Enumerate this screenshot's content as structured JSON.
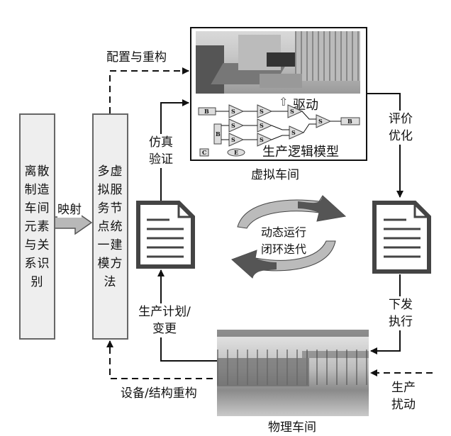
{
  "diagram": {
    "left_box": {
      "text": "离散制造车间元素与关系识别"
    },
    "middle_box": {
      "text": "多虚拟服务节点统一建模方法"
    },
    "mapping_arrow_label": "映射",
    "config_label": "配置与重构",
    "sim_label_line1": "仿真",
    "sim_label_line2": "验证",
    "virtual_workshop": {
      "title": "虚拟车间",
      "drive_label": "驱动",
      "logic_model_label": "生产逻辑模型",
      "logic_nodes": {
        "buffer": "B",
        "station": "S",
        "c": "C",
        "e": "E"
      }
    },
    "eval_label_line1": "评价",
    "eval_label_line2": "优化",
    "loop_text_line1": "动态运行",
    "loop_text_line2": "闭环迭代",
    "dispatch_label_line1": "下发",
    "dispatch_label_line2": "执行",
    "plan_label_line1": "生产计划/",
    "plan_label_line2": "变更",
    "reconfig_label": "设备/结构重构",
    "disturb_label_line1": "生产",
    "disturb_label_line2": "扰动",
    "physical_workshop": {
      "title": "物理车间"
    },
    "colors": {
      "box_fill": "#eeeeee",
      "box_border": "#666666",
      "arrow": "#111111",
      "loop_light": "#bbbbbb",
      "loop_dark": "#555555",
      "doc_border": "#444444"
    }
  }
}
